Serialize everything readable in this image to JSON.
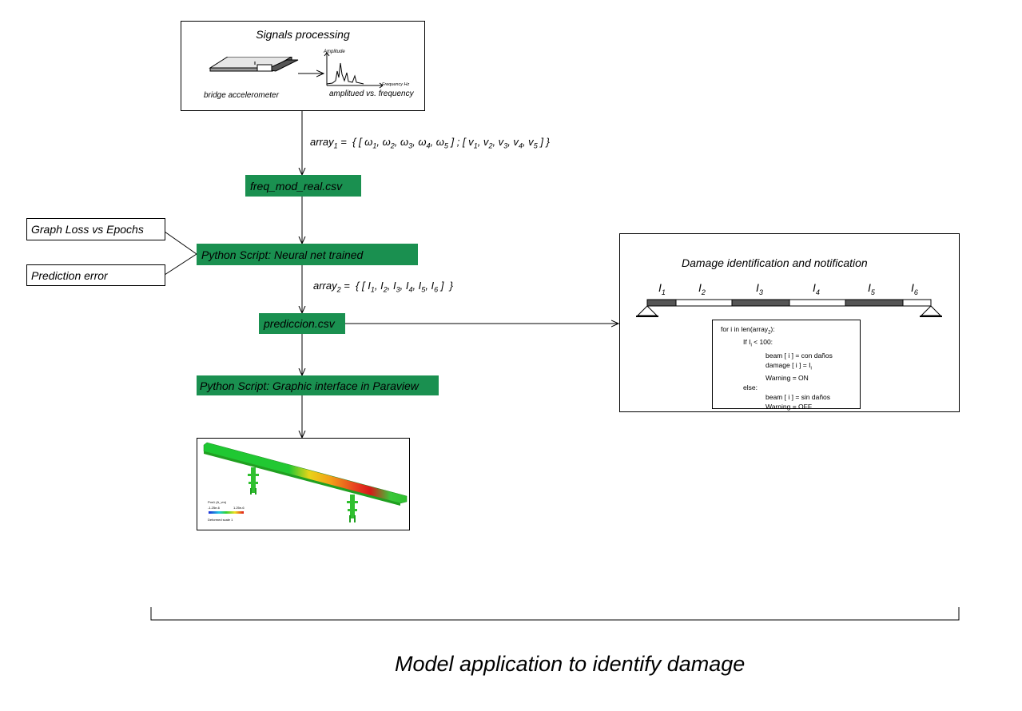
{
  "signals": {
    "title": "Signals processing",
    "left_caption": "bridge accelerometer",
    "right_caption": "amplitued vs. frequency",
    "plot_ylabel": "Amplitude",
    "plot_xlabel": "Frequency Hz"
  },
  "arrays": {
    "array1_prefix": "array",
    "array1_sub": "1",
    "array1_omega": [
      "1",
      "2",
      "3",
      "4",
      "5"
    ],
    "array1_v": [
      "1",
      "2",
      "3",
      "4",
      "5"
    ],
    "array2_prefix": "array",
    "array2_sub": "2",
    "array2_I": [
      "1",
      "2",
      "3",
      "4",
      "5",
      "6"
    ]
  },
  "nodes": {
    "freq_csv": "freq_mod_real.csv",
    "nn_script": "Python Script: Neural net trained",
    "pred_csv": "prediccion.csv",
    "paraview_script": "Python Script: Graphic interface in Paraview"
  },
  "side_boxes": {
    "loss": "Graph Loss vs Epochs",
    "pred_error": "Prediction error"
  },
  "damage": {
    "title": "Damage identification and notification",
    "segments": [
      "1",
      "2",
      "3",
      "4",
      "5",
      "6"
    ],
    "code": [
      "for i in len(array",
      "If I",
      "beam [ i ] = con daños",
      "damage [ i ] = I",
      "Warning = ON",
      "else:",
      "beam [ i ] = sin daños",
      "Warning = OFF"
    ],
    "code_subs": {
      "array": "2",
      "If": "i",
      "damage": "i"
    },
    "code_cond": " < 100:"
  },
  "render_legend": {
    "title": "Pos1 (A_vm)",
    "min": "-1.25e-6",
    "max": "1.25e-6",
    "label": "Deformed scale 1"
  },
  "caption": "Model application to identify damage"
}
